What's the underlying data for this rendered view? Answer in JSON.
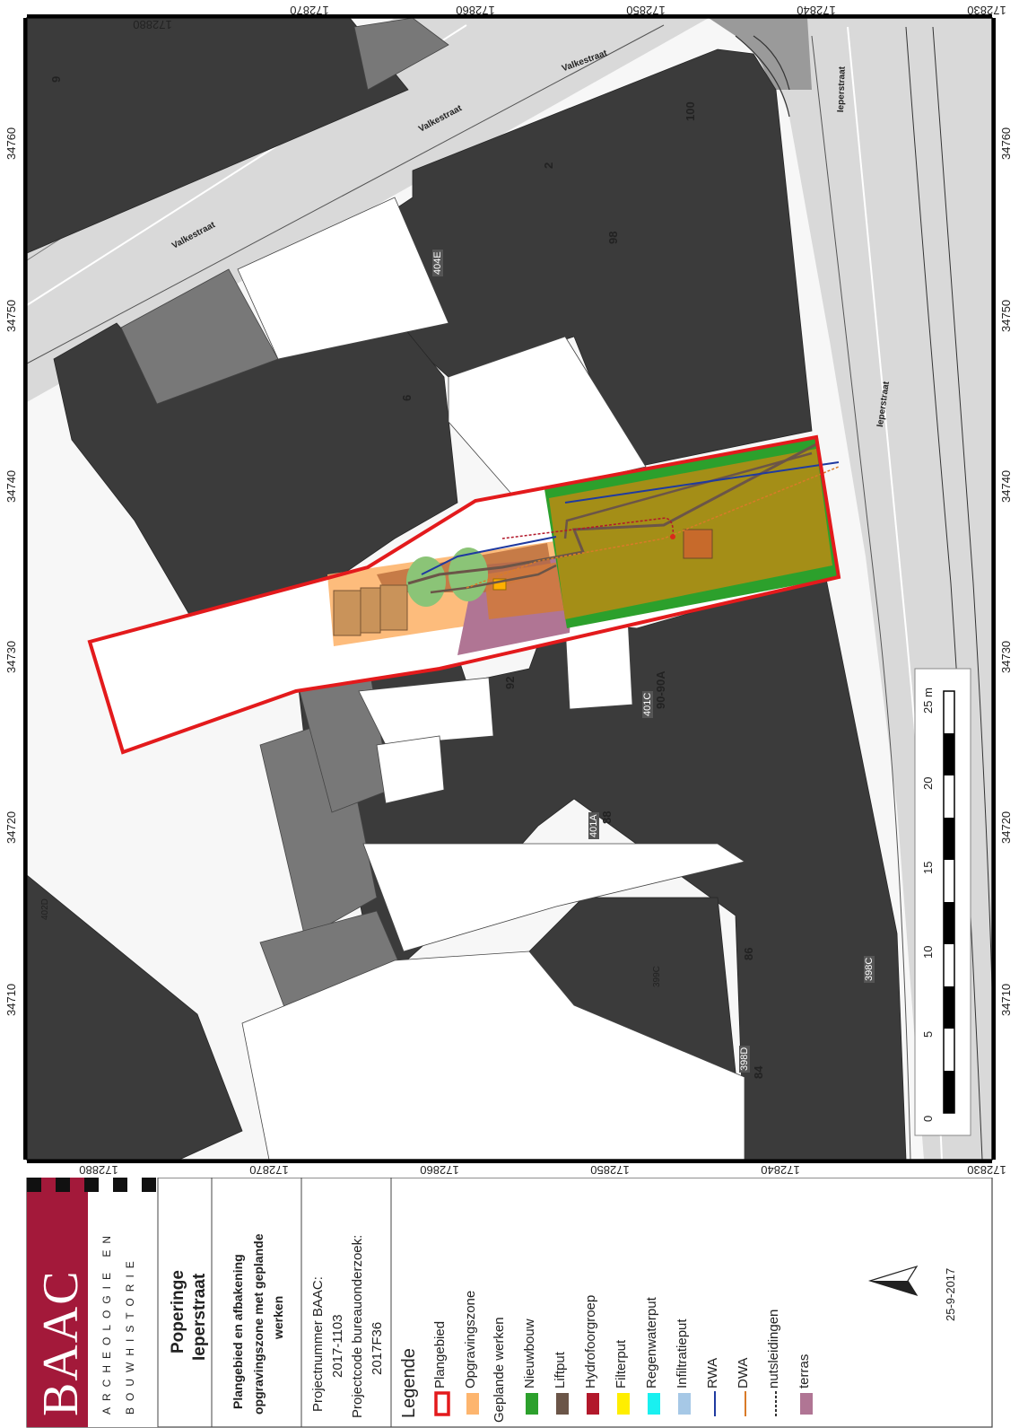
{
  "map": {
    "x_ticks": [
      "172880",
      "172870",
      "172860",
      "172850",
      "172840",
      "172830"
    ],
    "y_ticks": [
      "34760",
      "34750",
      "34740",
      "34730",
      "34720",
      "34710"
    ],
    "street_labels": {
      "valkestraat_1": "Valkestraat",
      "valkestraat_2": "Valkestraat",
      "valkestraat_3": "Valkestraat",
      "ieperstraat_1": "Ieperstraat",
      "ieperstraat_2": "Ieperstraat"
    },
    "house_numbers": {
      "n9": "9",
      "n100": "100",
      "n2": "2",
      "n98": "98",
      "n6": "6",
      "n92": "92",
      "n90": "90-90A",
      "n88": "88",
      "n86": "86",
      "n84": "84"
    },
    "parcel_labels": {
      "p404e": "404E",
      "p401c": "401C",
      "p401a": "401A",
      "p402d": "402D",
      "p399c": "399C",
      "p398c": "398C",
      "p398d": "398D"
    },
    "scale_bar": {
      "labels": [
        "0",
        "5",
        "10",
        "15",
        "20",
        "25 m"
      ]
    },
    "colors": {
      "building_dark": "#3b3b3b",
      "building_mid": "#787878",
      "road": "#d9d9d9",
      "plangebied": "#e31a1c",
      "opgravingszone": "#fdb56e",
      "nieuwbouw": "#2ca02c",
      "liftput": "#6b5548",
      "hydrofoorgroep": "#b2182b",
      "filterput": "#ffee00",
      "regenwaterput": "#19f0f0",
      "infiltratieput": "#a6c8e6",
      "rwa": "#1f3aa0",
      "dwa": "#d97b28",
      "terras": "#b07594"
    }
  },
  "panel": {
    "logo": "BAAC",
    "logo_sub1": "ARCHEOLOGIE EN",
    "logo_sub2": "BOUWHISTORIE",
    "title1": "Poperinge",
    "title2": "Ieperstraat",
    "subtitle1": "Plangebied en afbakening",
    "subtitle2": "opgravingszone met geplande",
    "subtitle3": "werken",
    "proj1": "Projectnummer BAAC:",
    "proj2": "2017-1103",
    "proj3": "Projectcode bureauonderzoek:",
    "proj4": "2017F36",
    "legend_title": "Legende",
    "legend": {
      "plangebied": "Plangebied",
      "opgravingszone": "Opgravingszone",
      "geplande_werken": "Geplande werken",
      "nieuwbouw": "Nieuwbouw",
      "liftput": "Liftput",
      "hydrofoorgroep": "Hydrofoorgroep",
      "filterput": "Filterput",
      "regenwaterput": "Regenwaterput",
      "infiltratieput": "Infiltratieput",
      "rwa": "RWA",
      "dwa": "DWA",
      "nutsleidingen": "nutsleidingen",
      "terras": "terras"
    },
    "north": "N",
    "date": "25-9-2017"
  }
}
